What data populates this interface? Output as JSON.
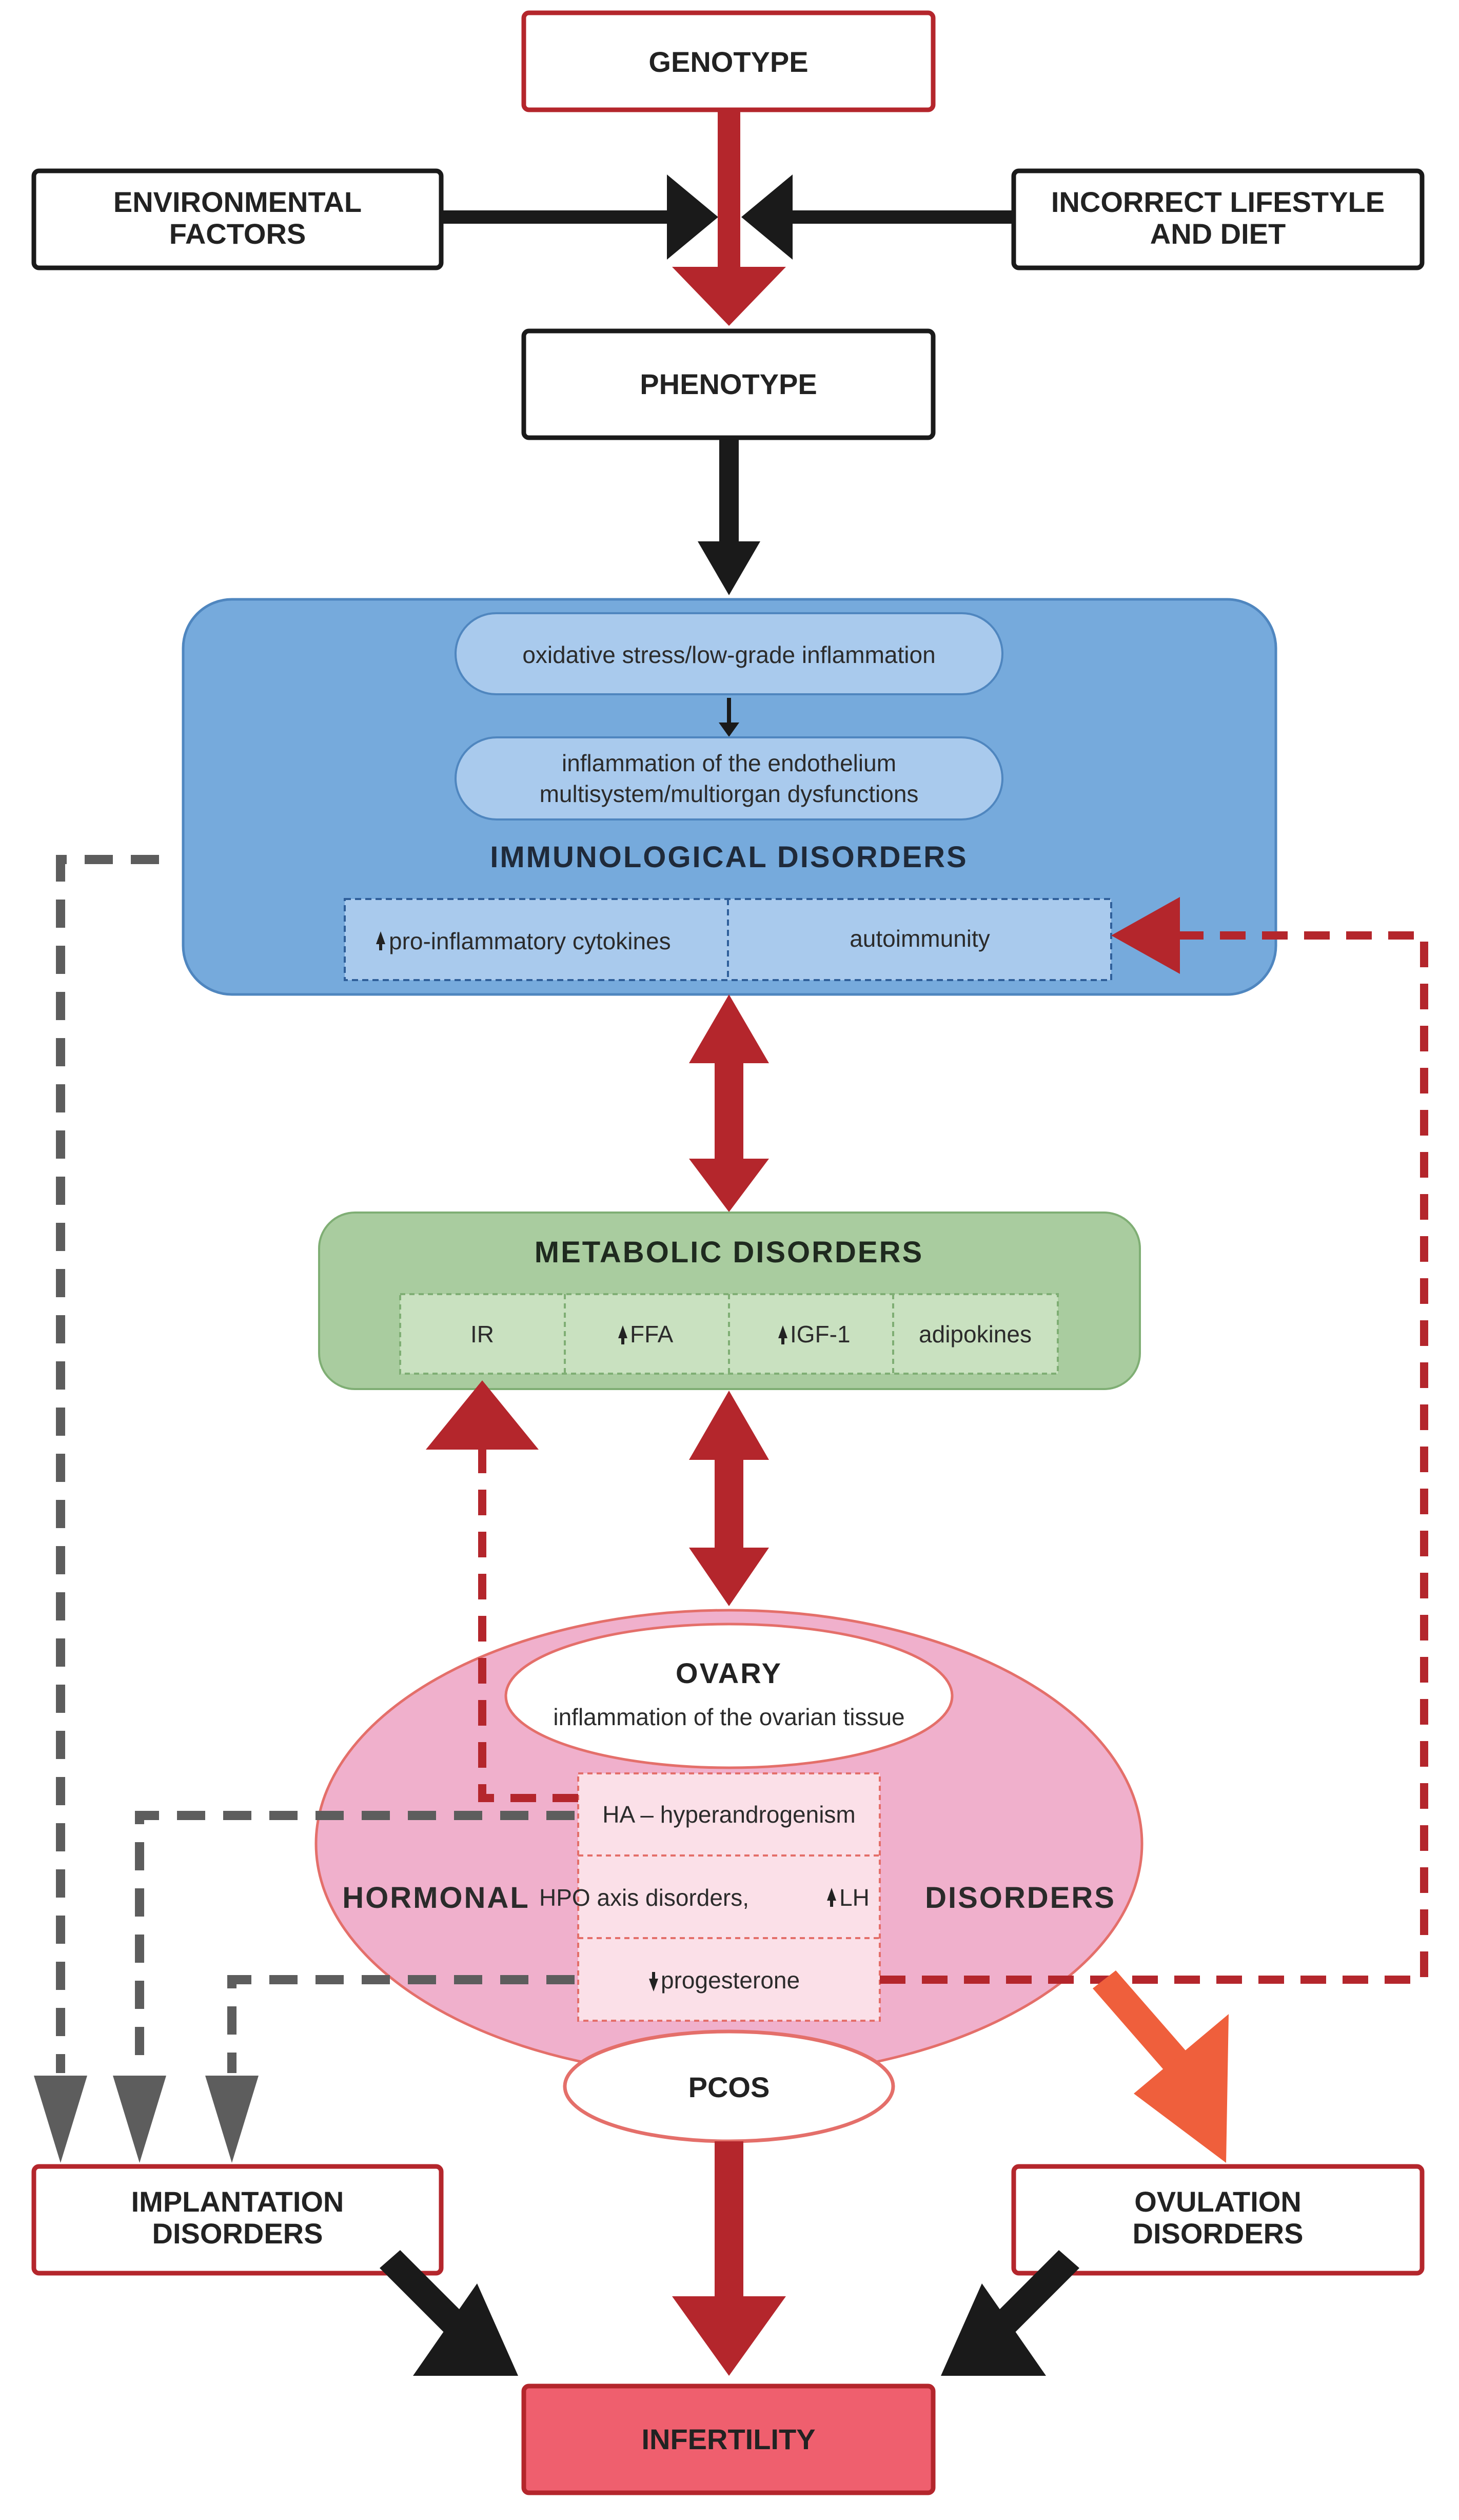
{
  "genotype": "GENOTYPE",
  "environmental": [
    "ENVIRONMENTAL",
    "FACTORS"
  ],
  "lifestyle": [
    "INCORRECT LIFESTYLE",
    "AND DIET"
  ],
  "phenotype": "PHENOTYPE",
  "immunological": {
    "title": "IMMUNOLOGICAL DISORDERS",
    "oxidative": "oxidative stress/low-grade inflammation",
    "endothelium": [
      "inflammation of the endothelium",
      "multisystem/multiorgan dysfunctions"
    ],
    "cytokines": "pro-inflammatory cytokines",
    "autoimmunity": "autoimmunity"
  },
  "metabolic": {
    "title": "METABOLIC DISORDERS",
    "ir": "IR",
    "ffa": "FFA",
    "igf": "IGF-1",
    "adipokines": "adipokines"
  },
  "ovary": {
    "title": "OVARY",
    "subtitle": "inflammation of the ovarian tissue",
    "hormonal": "HORMONAL",
    "disorders": "DISORDERS",
    "ha": "HA – hyperandrogenism",
    "hpo": "HPO axis disorders,",
    "lh": "LH",
    "progesterone": "progesterone",
    "pcos": "PCOS"
  },
  "implantation": [
    "IMPLANTATION",
    "DISORDERS"
  ],
  "ovulation": [
    "OVULATION",
    "DISORDERS"
  ],
  "infertility": "INFERTILITY",
  "colors": {
    "red": "#b4262c",
    "blue_panel": "#76aadc",
    "green_panel": "#a9cc9f",
    "pink_panel": "#f0b0cc",
    "infertility_fill": "#ef5f6e",
    "orange_arrow": "#ef5f3c",
    "grey_dash": "#5d5d5d"
  }
}
